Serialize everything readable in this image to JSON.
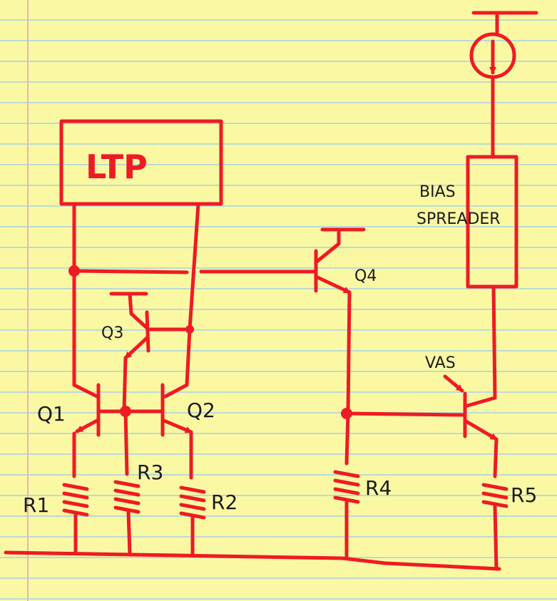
{
  "blocks": {
    "ltp": "LTP",
    "bias_line1": "BIAS",
    "bias_line2": "SPREADER"
  },
  "transistors": {
    "q1": "Q1",
    "q2": "Q2",
    "q3": "Q3",
    "q4": "Q4",
    "vas": "VAS"
  },
  "resistors": {
    "r1": "R1",
    "r2": "R2",
    "r3": "R3",
    "r4": "R4",
    "r5": "R5"
  },
  "colors": {
    "ink": "#ee1b23",
    "paper": "#fbf8a4",
    "rule_line": "#b9dcd0",
    "text": "#1a1a1a"
  }
}
